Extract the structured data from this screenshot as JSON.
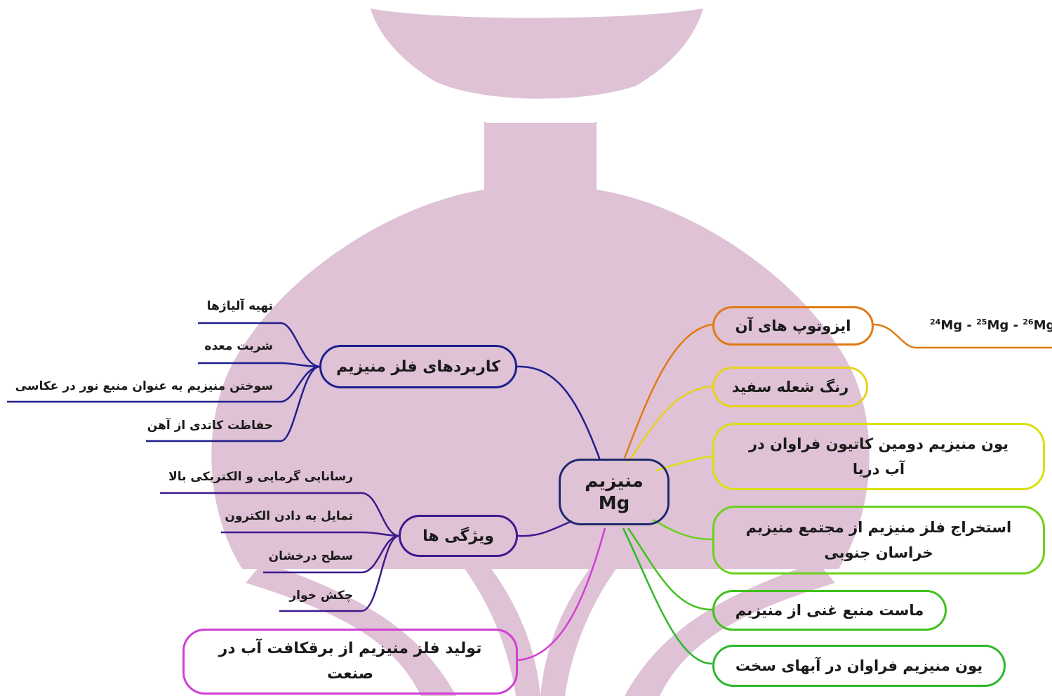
{
  "center": {
    "line1": "منیزیم",
    "line2": "Mg"
  },
  "left": {
    "uses": {
      "title": "کاربردهای فلز منیزیم",
      "items": [
        "تهیه آلیاژها",
        "شربت معده",
        "سوختن منیزیم به عنوان منبع نور در عکاسی",
        "حفاظت کاتدی از آهن"
      ]
    },
    "properties": {
      "title": "ویژگی ها",
      "items": [
        "رسانایی گرمایی و الکتریکی بالا",
        "تمایل به دادن الکترون",
        "سطح درخشان",
        "چکش خوار"
      ]
    },
    "production": "تولید فلز منیزیم از برقکافت آب در صنعت"
  },
  "right": {
    "isotopes": {
      "title": "ایزوتوپ های آن",
      "values": [
        {
          "mass": "24",
          "symbol": "Mg"
        },
        {
          "mass": "25",
          "symbol": "Mg"
        },
        {
          "mass": "26",
          "symbol": "Mg"
        }
      ],
      "separator": " - "
    },
    "flame": "رنگ شعله سفید",
    "sea": "یون منیزیم دومین کاتیون فراوان در آب دریا",
    "mining": "استخراج فلز منیزیم از مجتمع منیزیم خراسان جنوبی",
    "yogurt": "ماست منبع غنی از منیزیم",
    "hardwater": "یون منیزیم فراوان در آبهای سخت"
  },
  "colors": {
    "watermark": "#dfc2d6",
    "uses_branch": "#1f1f8c",
    "properties_branch": "#3d1a8c",
    "production_branch": "#d13fd1",
    "isotopes_branch": "#e07a10",
    "flame_branch": "#e6d21a",
    "sea_branch": "#d9e010",
    "mining_branch": "#6cd11c",
    "yogurt_branch": "#3fc21c",
    "hardwater_branch": "#2cb82c"
  }
}
